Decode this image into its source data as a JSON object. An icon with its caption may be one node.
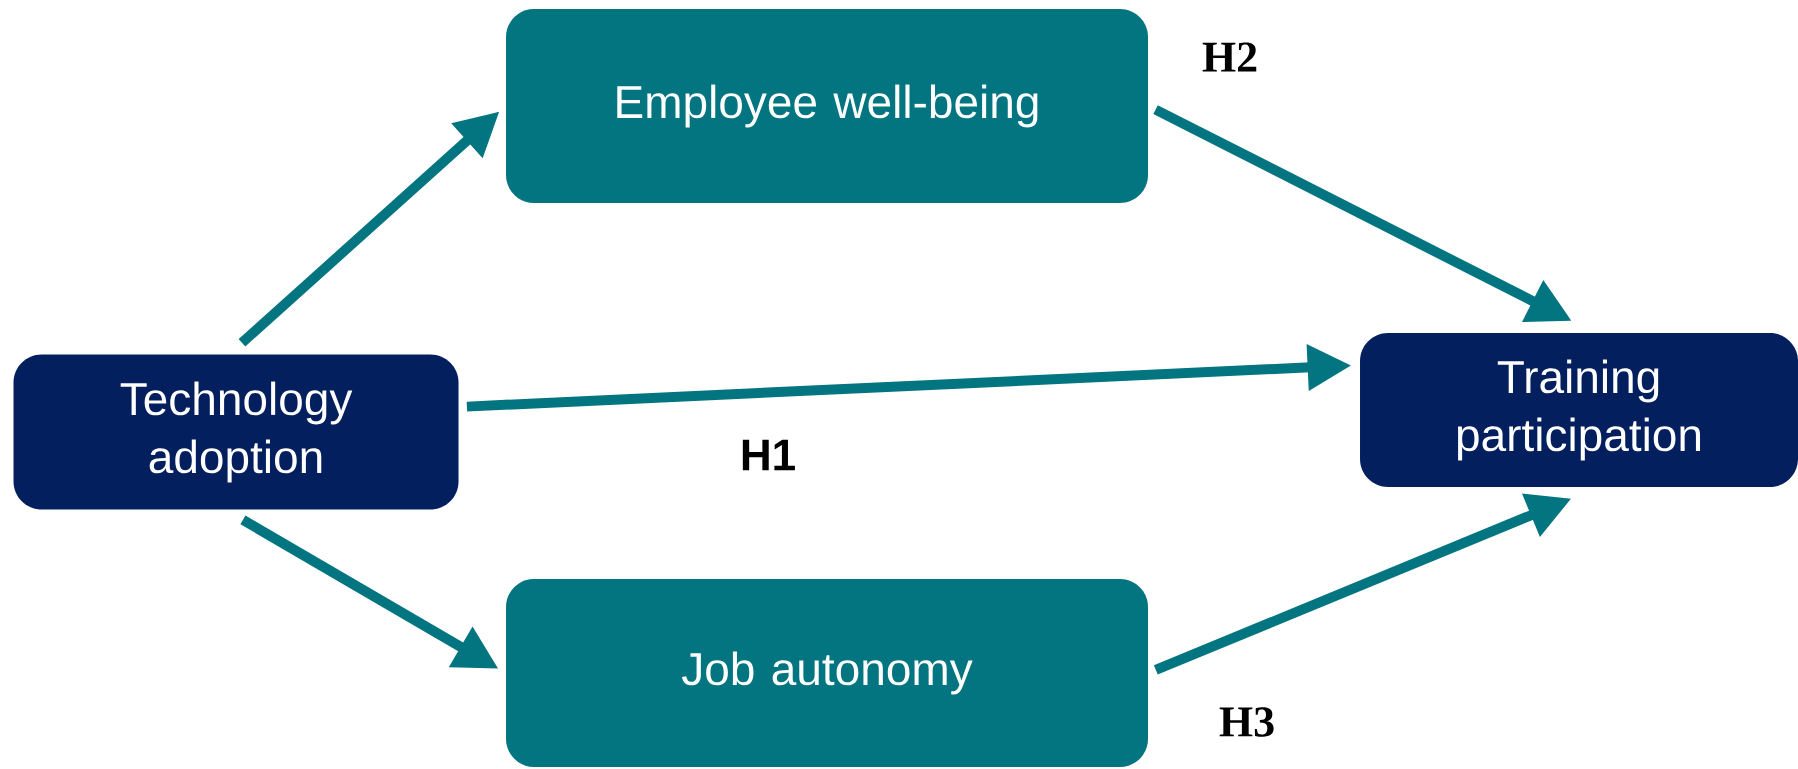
{
  "diagram": {
    "nodes": [
      {
        "text": [
          "Technology adoption"
        ]
      },
      {
        "text": [
          "Employee well-being"
        ]
      },
      {
        "text": [
          "Job autonomy"
        ]
      },
      {
        "text": [
          "Training participation"
        ]
      }
    ],
    "edges": [
      {
        "from": 0,
        "to": 1,
        "arrow": "to"
      },
      {
        "from": 0,
        "to": 3,
        "arrow": "to",
        "label": "H1"
      },
      {
        "from": 0,
        "to": 2,
        "arrow": "to"
      },
      {
        "from": 1,
        "to": 3,
        "arrow": "to",
        "label": "H2"
      },
      {
        "from": 2,
        "to": 3,
        "arrow": "to",
        "label": "H3"
      }
    ]
  }
}
